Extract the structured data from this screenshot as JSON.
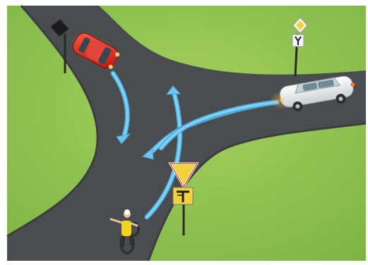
{
  "scene": {
    "grass_color": "#8ec24a",
    "grass_light": "#a5d15f",
    "road_color": "#4a4d4f",
    "road_edge": "#3b3d3f",
    "arrow_color": "#6cc4ef",
    "arrow_stroke": "#4aa6d6",
    "sign_yellow": "#f3d23c",
    "sign_red_border": "#d83a2a",
    "sign_white_bg": "#f5f5f5",
    "sign_black": "#1b1b1b",
    "red_car": "#d4261f",
    "white_car": "#eef3f4",
    "cyclist_shirt": "#f2d31f",
    "elements": {
      "red_car": "red-car-icon",
      "white_car": "white-car-icon",
      "cyclist": "cyclist-icon",
      "yield_sign": "yield-sign-icon",
      "priority_road_sign": "priority-road-sign-icon",
      "junction_plate": "junction-shape-plate-icon",
      "dark_sign": "diamond-sign-icon",
      "arrows": [
        "arrow-straight-down",
        "arrow-curving-up",
        "arrow-left-turn"
      ]
    }
  }
}
